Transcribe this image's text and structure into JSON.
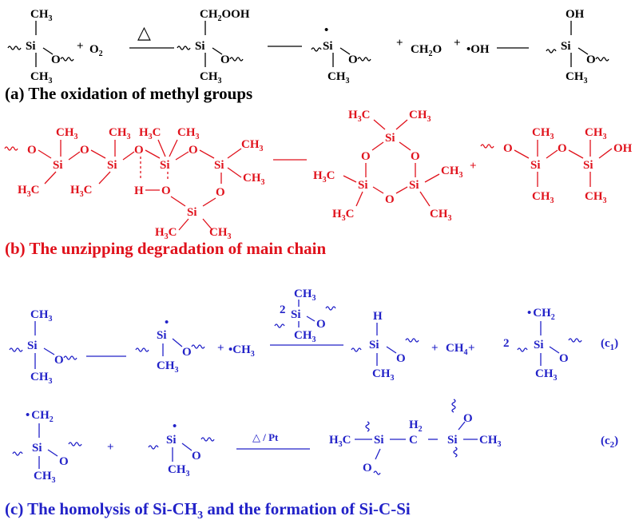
{
  "colors": {
    "section_a": "#000000",
    "section_b": "#e0121c",
    "section_c": "#2222c8"
  },
  "section_a": {
    "caption": "(a) The oxidation of methyl groups",
    "plus1": "+",
    "o2": "O",
    "o2_sub": "2",
    "heat": "△",
    "ch3": "CH",
    "sub3": "3",
    "si": "Si",
    "o": "O",
    "ch2oohA": "CH",
    "ch2oohSub": "2",
    "ch2oohB": "OOH",
    "plus2": "+",
    "ch2o_a": "CH",
    "ch2o_sub": "2",
    "ch2o_b": "O",
    "plus3": "+",
    "oh_rad": "•OH",
    "oh": "OH",
    "radical_dot": "•"
  },
  "section_b": {
    "caption": "(b) The unzipping degradation of main chain",
    "si": "Si",
    "o": "O",
    "h": "H",
    "ch3": "CH",
    "h3c_a": "H",
    "h3c_c": "C",
    "sub3": "3",
    "oh": "OH",
    "plus": "+"
  },
  "section_c": {
    "caption_a": "(c) The homolysis of Si-CH",
    "caption_sub": "3",
    "caption_b": " and the formation of Si-C-Si",
    "label_c1": "(c",
    "label_c1_sub": "1",
    "label_c2_sub": "2",
    "label_close": ")",
    "si": "Si",
    "o": "O",
    "h": "H",
    "ch3": "CH",
    "sub3": "3",
    "ch2": "CH",
    "sub2": "2",
    "ch4": "CH",
    "sub4": "4",
    "plus": "+",
    "coef": "2",
    "dot": "•",
    "rad_ch3": "•CH",
    "h3c_a": "H",
    "h3c_c": "C",
    "c": "C",
    "h2": "H",
    "catalyst": "△ / Pt"
  }
}
